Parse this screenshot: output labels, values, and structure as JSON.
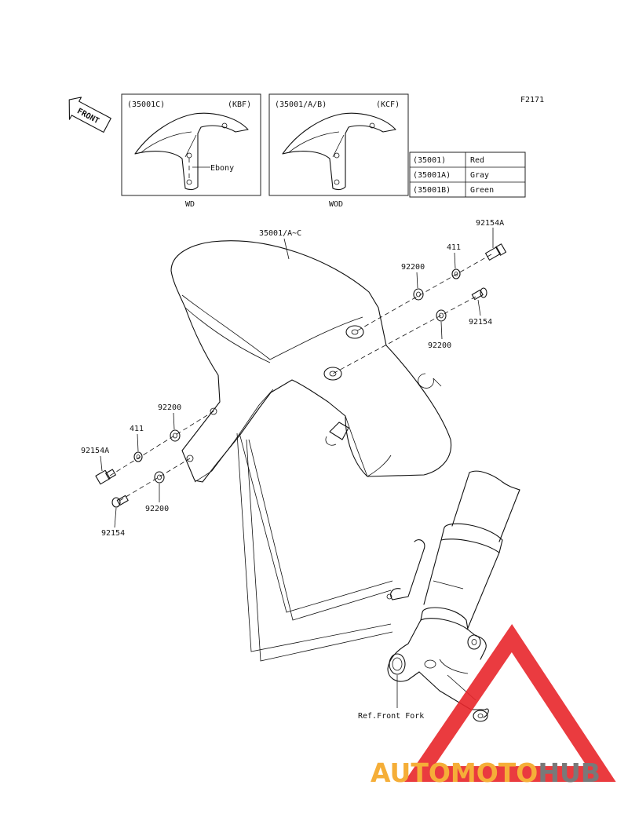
{
  "figure_code": "F2171",
  "front_label": "FRONT",
  "variants": [
    {
      "part_ref": "(35001C)",
      "code": "(KBF)",
      "callout": "Ebony",
      "caption": "WD"
    },
    {
      "part_ref": "(35001/A/B)",
      "code": "(KCF)",
      "callout": "",
      "caption": "WOD"
    }
  ],
  "color_table": [
    {
      "part": "(35001)",
      "color": "Red"
    },
    {
      "part": "(35001A)",
      "color": "Gray"
    },
    {
      "part": "(35001B)",
      "color": "Green"
    }
  ],
  "labels": {
    "main_part": "35001/A~C",
    "right_bolt_a": "92154A",
    "right_collar": "411",
    "right_washer_top": "92200",
    "right_bolt": "92154",
    "right_washer_bottom": "92200",
    "left_washer_top": "92200",
    "left_collar": "411",
    "left_bolt_a": "92154A",
    "left_washer_bottom": "92200",
    "left_bolt": "92154",
    "front_fork_ref": "Ref.Front Fork"
  },
  "watermark": {
    "text_orange": "AUTOMOTO",
    "text_gray": "HUB",
    "color_orange": "#F5A623",
    "color_gray": "#6B6B6B",
    "color_triangle": "#E8262B"
  }
}
